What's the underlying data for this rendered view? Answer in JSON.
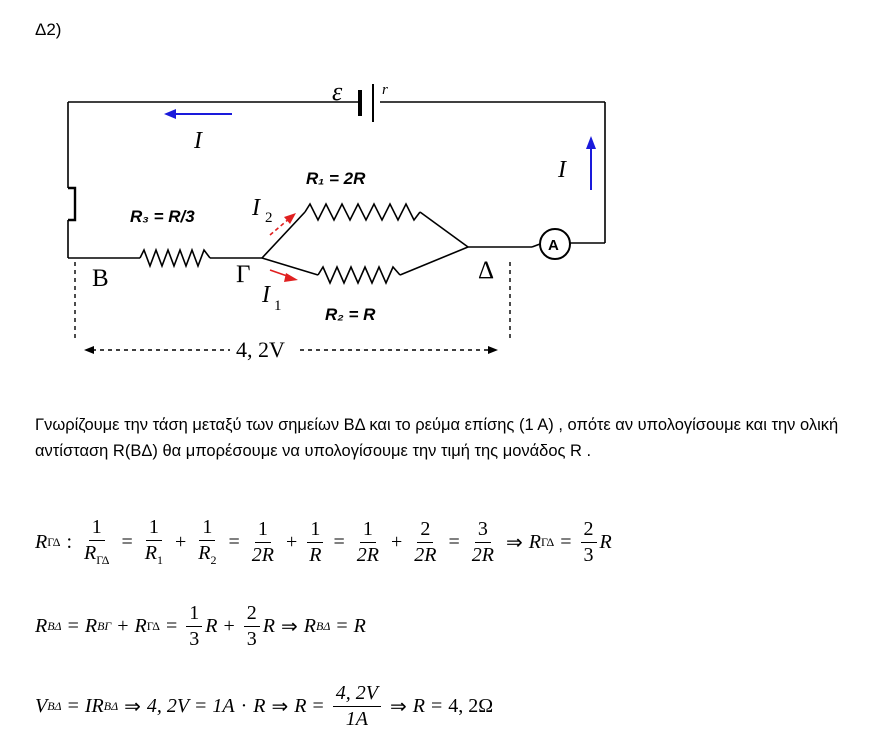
{
  "heading": "Δ2)",
  "circuit": {
    "emf": "ε",
    "r": "r",
    "I_top": "I",
    "I_right": "I",
    "R1": "R₁ = 2R",
    "R2": "R₂ = R",
    "R3": "R₃ = R/3",
    "I2": "I",
    "I2_sub": "2",
    "I1": "I",
    "I1_sub": "1",
    "B": "B",
    "G": "Γ",
    "D": "Δ",
    "ammeter": "A",
    "voltage": "4, 2V"
  },
  "paragraph": "Γνωρίζουμε την τάση μεταξύ των σημείων ΒΔ και το ρεύμα επίσης (1 Α) , οπότε αν υπολογίσουμε και την ολική αντίσταση R(ΒΔ) θα μπορέσουμε να υπολογίσουμε την τιμή της μονάδος R .",
  "eq1": {
    "R": "R",
    "sub_GD": "ΓΔ",
    "colon": ":",
    "one": "1",
    "R1": "R",
    "sub1": "1",
    "R2": "R",
    "sub2": "2",
    "twoR": "2R",
    "Rsym": "R",
    "two": "2",
    "three": "3",
    "arrow": "⇒",
    "eq": "=",
    "plus": "+"
  },
  "eq2": {
    "R": "R",
    "sub_BD": "BΔ",
    "sub_BG": "BΓ",
    "sub_GD": "ΓΔ",
    "one": "1",
    "two": "2",
    "three": "3",
    "eq": "=",
    "plus": "+",
    "arrow": "⇒"
  },
  "eq3": {
    "V": "V",
    "sub_BD": "BΔ",
    "IR": "IR",
    "val": "4, 2V",
    "oneA": "1A",
    "dot": "·",
    "R": "R",
    "result": "4, 2Ω",
    "eq": "=",
    "arrow": "⇒"
  },
  "colors": {
    "current_arrow": "#1a1adb",
    "branch_arrow": "#e02020"
  }
}
